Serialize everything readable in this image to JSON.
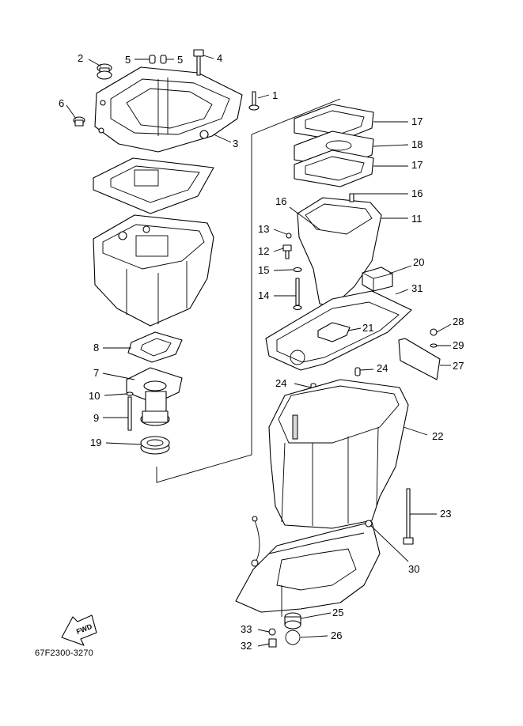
{
  "diagram": {
    "reference_code": "67F2300-3270",
    "fwd_label": "FWD",
    "callouts": [
      {
        "label": "1"
      },
      {
        "label": "2"
      },
      {
        "label": "3"
      },
      {
        "label": "4"
      },
      {
        "label": "5"
      },
      {
        "label": "5"
      },
      {
        "label": "6"
      },
      {
        "label": "7"
      },
      {
        "label": "8"
      },
      {
        "label": "9"
      },
      {
        "label": "10"
      },
      {
        "label": "11"
      },
      {
        "label": "12"
      },
      {
        "label": "13"
      },
      {
        "label": "14"
      },
      {
        "label": "15"
      },
      {
        "label": "16"
      },
      {
        "label": "16"
      },
      {
        "label": "17"
      },
      {
        "label": "17"
      },
      {
        "label": "18"
      },
      {
        "label": "19"
      },
      {
        "label": "20"
      },
      {
        "label": "21"
      },
      {
        "label": "22"
      },
      {
        "label": "23"
      },
      {
        "label": "24"
      },
      {
        "label": "24"
      },
      {
        "label": "25"
      },
      {
        "label": "26"
      },
      {
        "label": "27"
      },
      {
        "label": "28"
      },
      {
        "label": "29"
      },
      {
        "label": "30"
      },
      {
        "label": "31"
      },
      {
        "label": "32"
      },
      {
        "label": "33"
      }
    ]
  }
}
